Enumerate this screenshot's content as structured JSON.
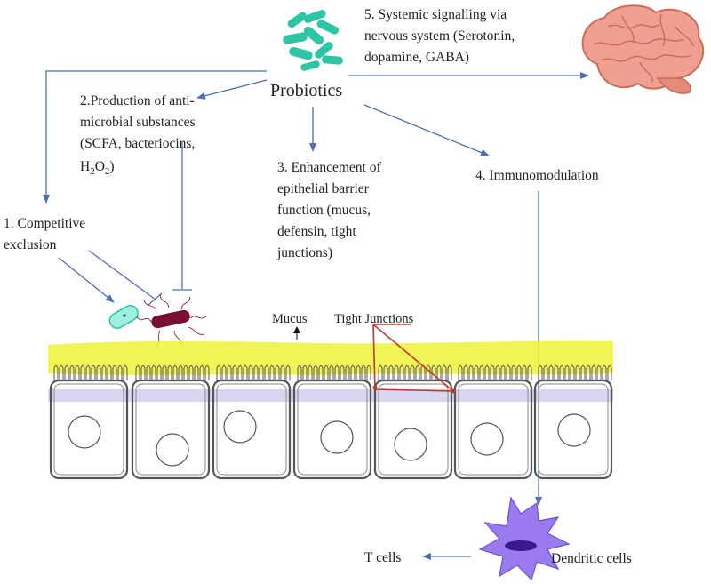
{
  "title": "",
  "center": {
    "label": "Probiotics"
  },
  "mechanisms": {
    "m1": {
      "lines": [
        "1. Competitive",
        "exclusion"
      ]
    },
    "m2": {
      "lines": [
        "2.Production of anti-",
        "microbial substances",
        "(SCFA, bacteriocins,"
      ],
      "formula": {
        "a": "H",
        "b": "2",
        "c": "O",
        "d": "2",
        "e": ")"
      }
    },
    "m3": {
      "lines": [
        "3. Enhancement of",
        "epithelial barrier",
        "function (mucus,",
        "defensin, tight",
        "junctions)"
      ]
    },
    "m4": {
      "lines": [
        "4. Immunomodulation"
      ]
    },
    "m5": {
      "lines": [
        "5. Systemic signalling via",
        "nervous system (Serotonin,",
        "dopamine, GABA)"
      ]
    }
  },
  "epithelium": {
    "mucus": "Mucus",
    "tight_junctions": "Tight Junctions"
  },
  "immune": {
    "dendritic": "Dendritic cells",
    "tcells": "T cells"
  },
  "colors": {
    "arrow": "#4f6fb5",
    "mucus": "#eef23a",
    "cell_outline": "#555555",
    "tight_junction": "#c0392b",
    "probiotic": "#2ec4a6",
    "pathogen": "#7a1030",
    "dendritic": "#9c7bf0",
    "brain": "#f0a090"
  },
  "icons": [
    "probiotics-icon",
    "brain-icon",
    "probiotic-bacterium-icon",
    "pathogen-bacterium-icon",
    "dendritic-cell-icon"
  ]
}
